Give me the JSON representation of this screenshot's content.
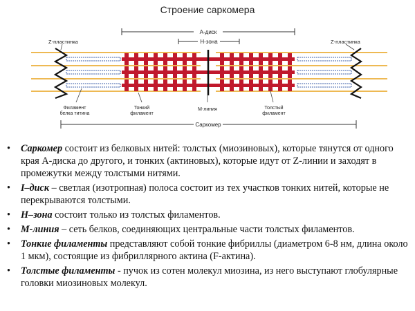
{
  "title": "Строение саркомера",
  "diagram": {
    "labels": {
      "a_disk": "А-диск",
      "h_zone": "Н-зона",
      "z_plate_left": "Z-пластинка",
      "z_plate_right": "Z-пластинка",
      "titin_line1": "Филамент",
      "titin_line2": "белка титина",
      "thin_line1": "Тонкий",
      "thin_line2": "филамент",
      "m_line": "М-линия",
      "thick_line1": "Толстый",
      "thick_line2": "филамент",
      "sarcomere": "Саркомер"
    },
    "colors": {
      "thick": "#c0192d",
      "thin": "#e8a21a",
      "titin": "#3d5fa8",
      "zline": "#111111"
    }
  },
  "bullets": [
    {
      "term": "Саркомер",
      "text": " состоит из белковых нитей:  толстых (миозиновых),  которые тянутся от одного края А-диска до другого, и тонких (актиновых), которые идут от Z-линии и заходят в промежутки между толстыми нитями."
    },
    {
      "term": "I–диск",
      "text": " – светлая (изотропная) полоса состоит из тех участков тонких нитей, которые не перекрываются толстыми."
    },
    {
      "term": "H–зона",
      "text": "  состоит только из толстых филаментов."
    },
    {
      "term": "М-линия",
      "text": " – сеть белков, соединяющих центральные части толстых филаментов."
    },
    {
      "term": "Тонкие филаменты",
      "text": " представляют собой тонкие фибриллы (диаметром 6-8 нм, длина около 1 мкм), состоящие из фибриллярного актина (F-актина)."
    },
    {
      "term": "Толстые филаменты",
      "text": " - пучок из сотен молекул миозина, из него выступают глобулярные головки миозиновых молекул."
    }
  ]
}
